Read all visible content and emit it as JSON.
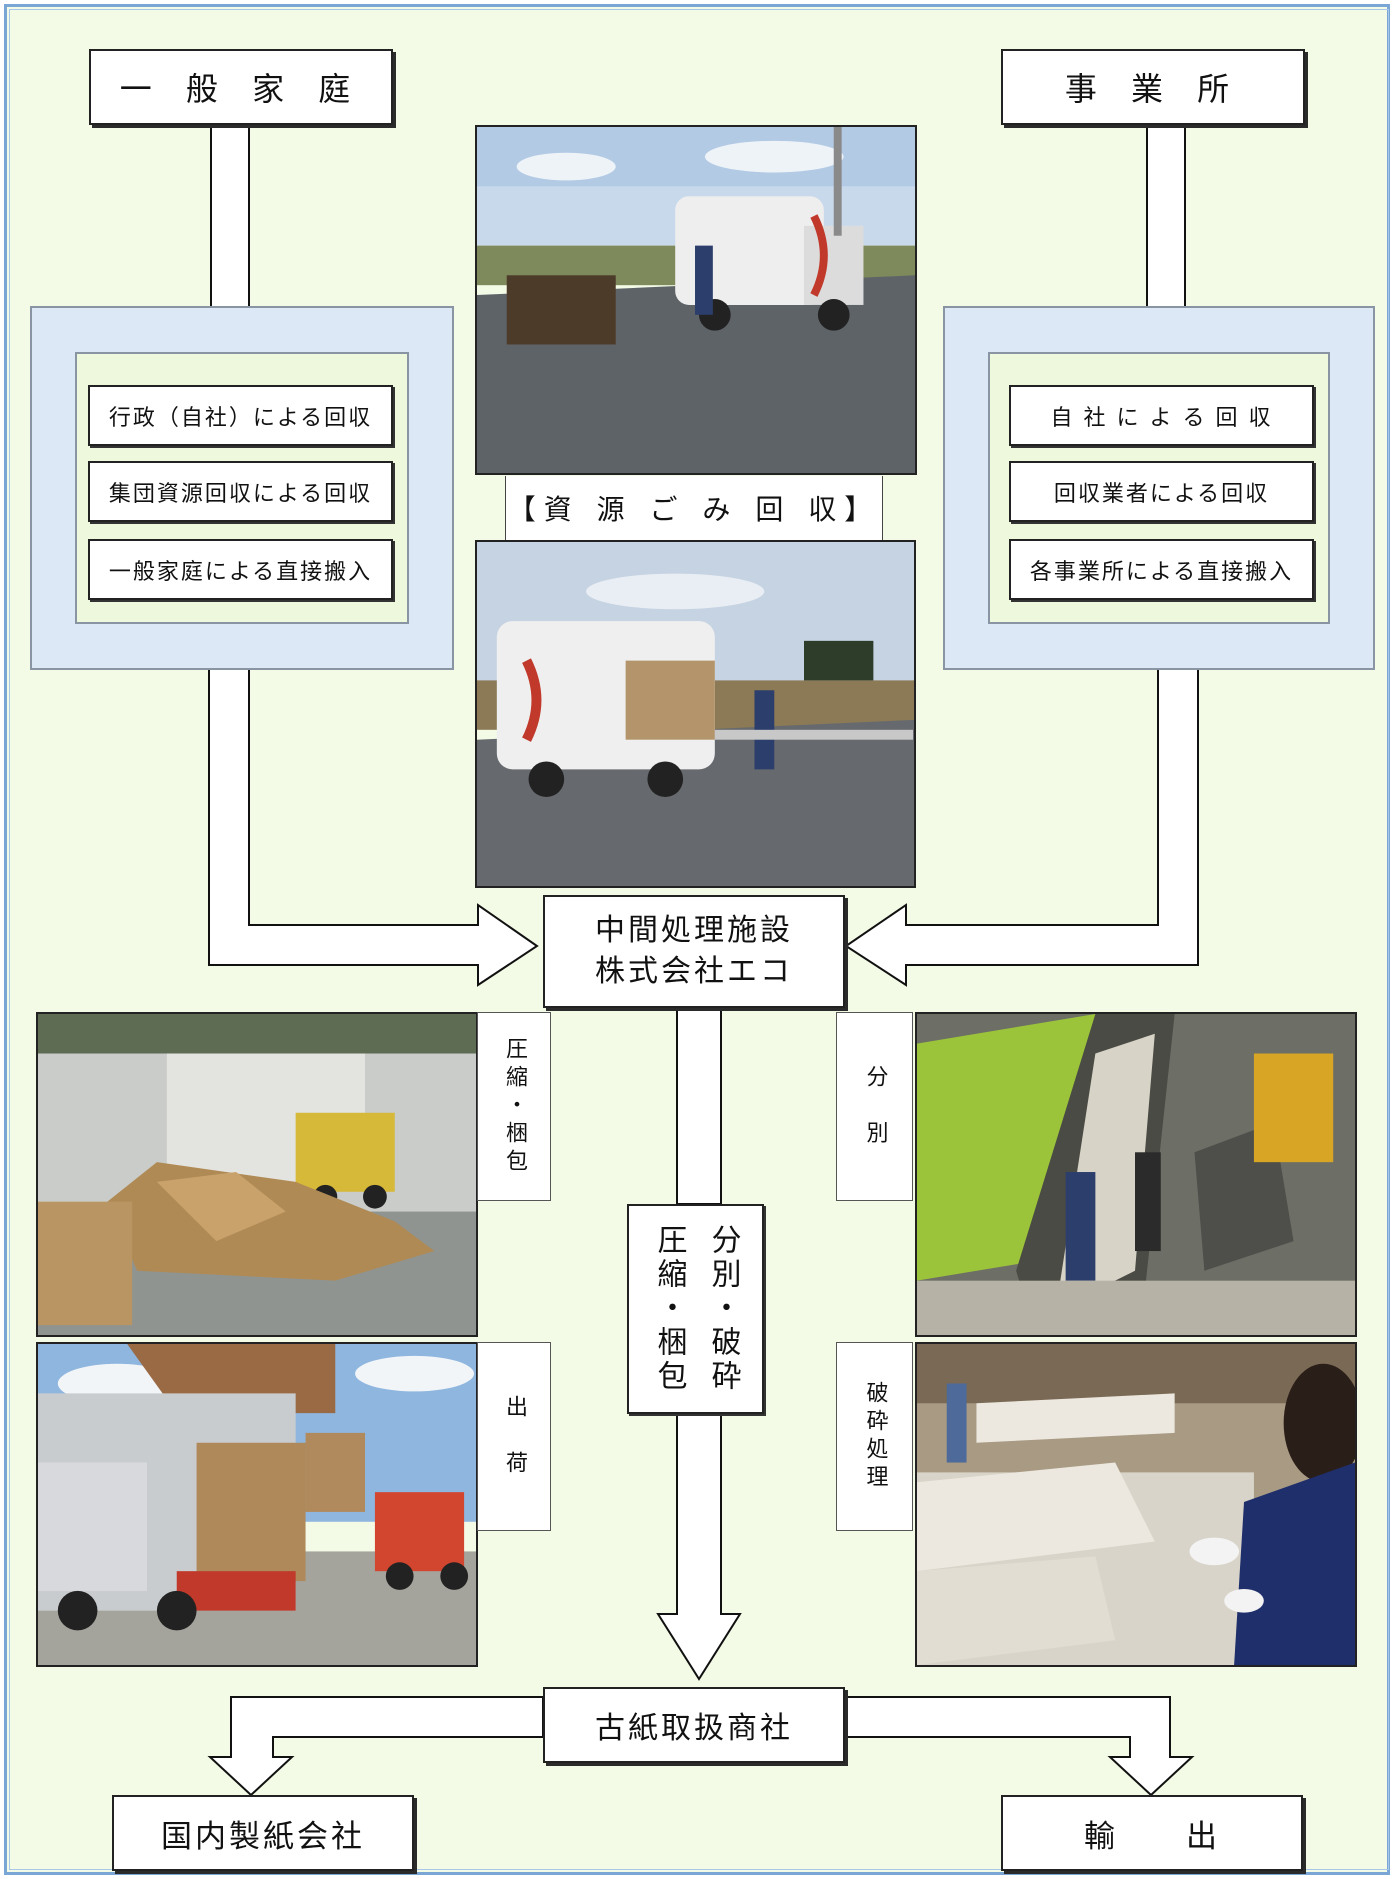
{
  "sources": {
    "household": "一 般 家 庭",
    "business": "事 業 所"
  },
  "household_methods": [
    "行政（自社）による回収",
    "集団資源回収による回収",
    "一般家庭による直接搬入"
  ],
  "business_methods": [
    "自 社 に よ る 回 収",
    "回収業者による回収",
    "各事業所による直接搬入"
  ],
  "collection_caption": "【資 源 ご み 回 収】",
  "facility": {
    "line1": "中間処理施設",
    "line2": "株式会社エコ"
  },
  "processes": {
    "compress_bale": "圧縮・梱包",
    "sorting": "分　別",
    "shipping": "出　荷",
    "shredding": "破砕処理"
  },
  "center_process": {
    "col1": "分別・破砕",
    "col2": "圧縮・梱包"
  },
  "trading_company": "古紙取扱商社",
  "destinations": {
    "domestic": "国内製紙会社",
    "export": "輸　　出"
  },
  "photos": {
    "truck_top": "garbage-truck-collection-photo",
    "truck_bottom": "garbage-truck-collection-photo-2",
    "cardboard_pile": "cardboard-pile-warehouse-photo",
    "sorting_line": "sorting-conveyor-photo",
    "shipping_truck": "shipping-truck-forklift-photo",
    "shredding_work": "paper-shredding-work-photo"
  },
  "colors": {
    "background": "#f3fbe6",
    "border": "#7aa6d6",
    "panel_blue": "#dce8f6",
    "panel_green": "#eef8dc"
  }
}
